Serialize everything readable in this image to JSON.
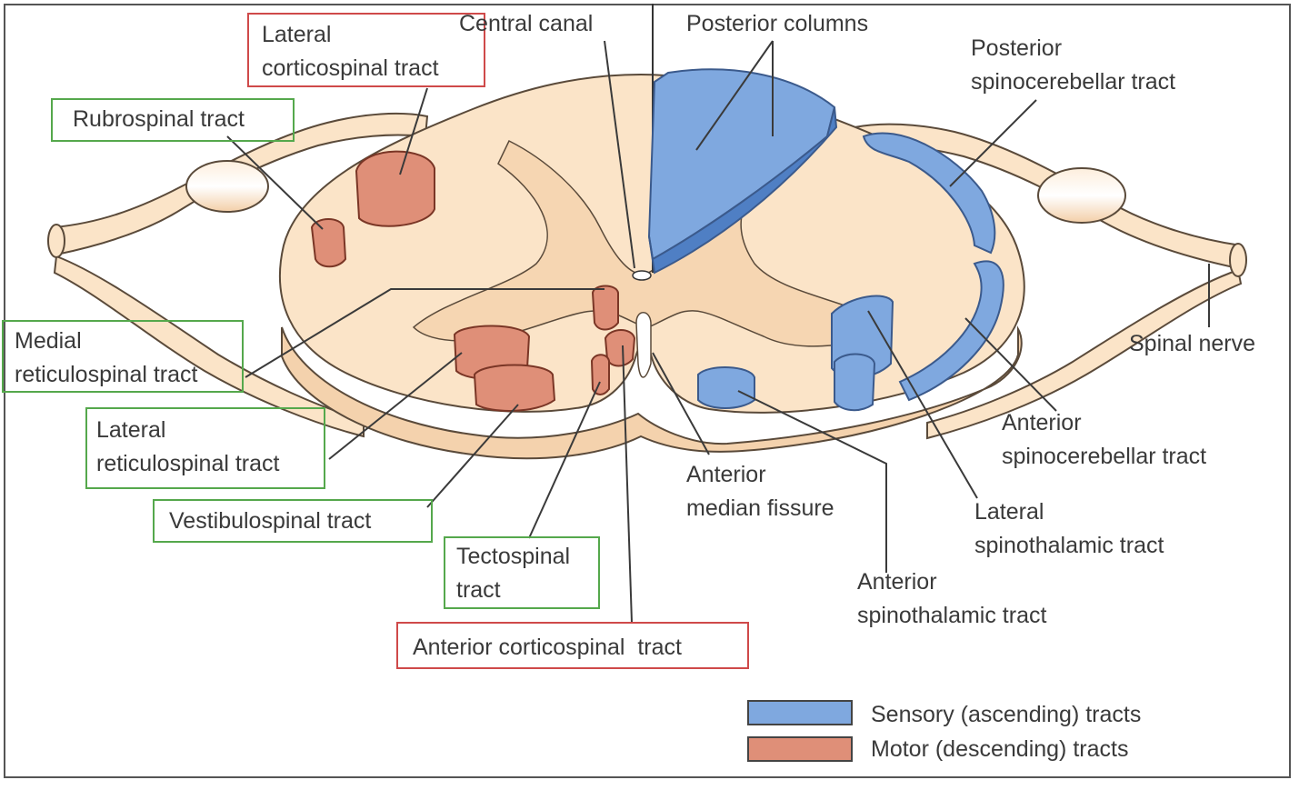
{
  "colors": {
    "background": "#ffffff",
    "cord_fill": "#fbe4c8",
    "cord_outline": "#5a4a3a",
    "sensory": "#7fa8df",
    "sensory_dark": "#4f7fc4",
    "motor": "#df8f78",
    "motor_dark": "#b65a45",
    "box_motor": "#cf4a4a",
    "box_extrapyramidal": "#55a84c",
    "text": "#3a3a3a"
  },
  "labels": {
    "lateral_corticospinal": [
      "Lateral",
      "corticospinal tract"
    ],
    "central_canal": "Central canal",
    "posterior_columns": "Posterior columns",
    "posterior_spinocerebellar": [
      "Posterior",
      "spinocerebellar tract"
    ],
    "rubrospinal": "Rubrospinal tract",
    "medial_reticulospinal": [
      "Medial",
      "reticulospinal tract"
    ],
    "lateral_reticulospinal": [
      "Lateral",
      "reticulospinal tract"
    ],
    "vestibulospinal": "Vestibulospinal tract",
    "tectospinal": [
      "Tectospinal",
      "tract"
    ],
    "anterior_corticospinal": "Anterior corticospinal  tract",
    "anterior_median_fissure": [
      "Anterior",
      "median fissure"
    ],
    "anterior_spinothalamic": [
      "Anterior",
      "spinothalamic tract"
    ],
    "lateral_spinothalamic": [
      "Lateral",
      "spinothalamic tract"
    ],
    "anterior_spinocerebellar": [
      "Anterior",
      "spinocerebellar tract"
    ],
    "spinal_nerve": "Spinal nerve"
  },
  "legend": [
    {
      "label": "Sensory (ascending) tracts",
      "color": "#7fa8df"
    },
    {
      "label": "Motor (descending) tracts",
      "color": "#df8f78"
    }
  ]
}
